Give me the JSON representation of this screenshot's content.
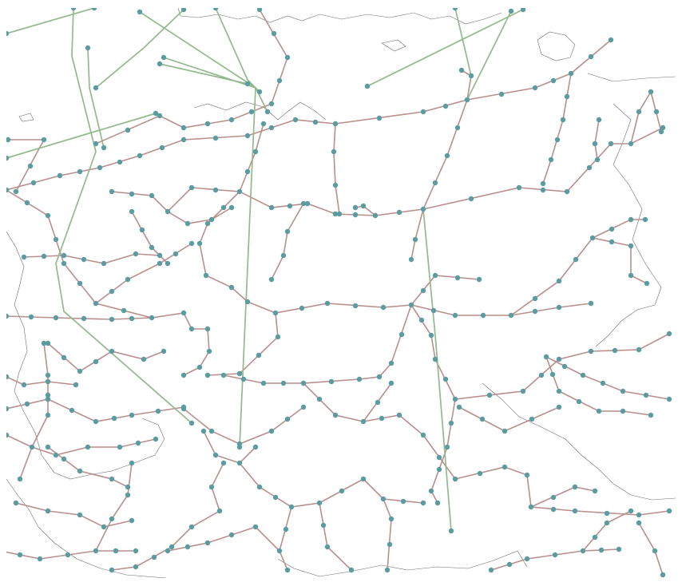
{
  "map": {
    "colors": {
      "background": "#ffffff",
      "coastline": "#6e6e6e",
      "ac_line": "#b88f8c",
      "dc_line": "#93b98d",
      "bus": "#5b9ca1"
    },
    "layers": [
      "coastline",
      "ac-lines",
      "dc-links",
      "buses"
    ]
  }
}
